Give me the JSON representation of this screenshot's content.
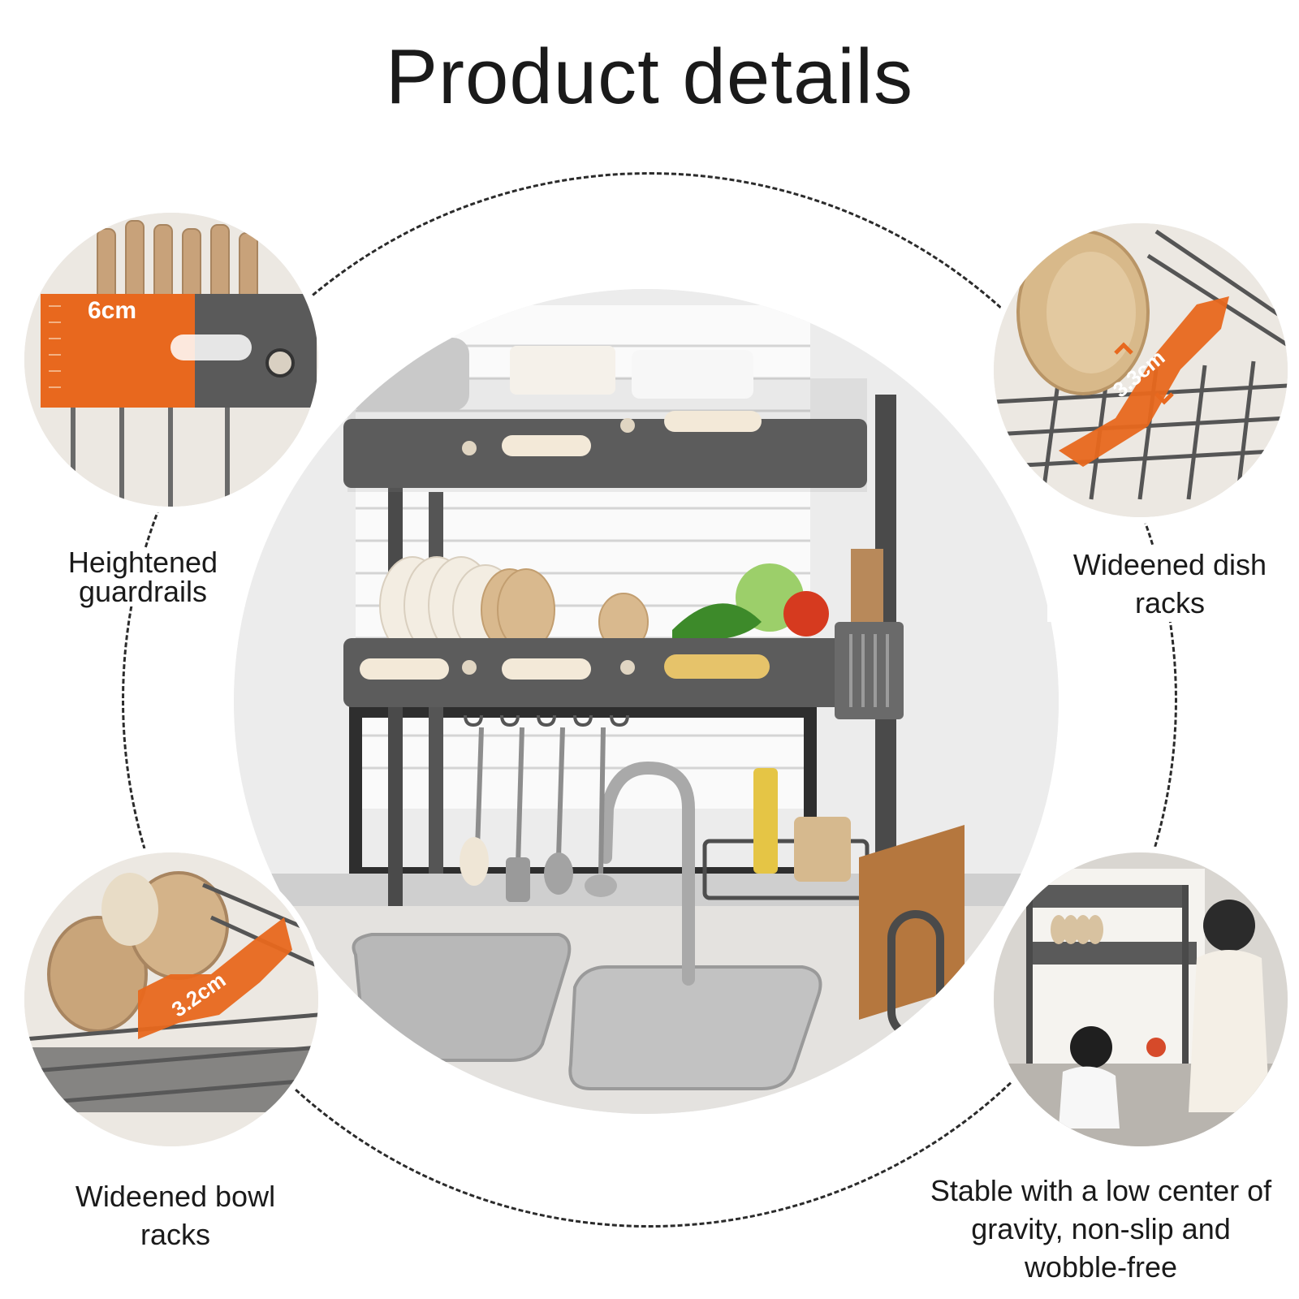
{
  "title": "Product details",
  "features": {
    "guardrails": {
      "label_line1": "Heightened",
      "label_line2": "guardrails",
      "measure": "6cm"
    },
    "dish_racks": {
      "label_line1": "Wideened dish",
      "label_line2": "racks",
      "measure": "3.3cm"
    },
    "bowl_racks": {
      "label_line1": "Wideened bowl",
      "label_line2": "racks",
      "measure": "3.2cm"
    },
    "stability": {
      "label_line1": "Stable with a low center of",
      "label_line2": "gravity, non-slip and",
      "label_line3": "wobble-free"
    }
  },
  "colors": {
    "accent": "#e8681e",
    "rack": "#5c5c5c",
    "rack_dark": "#3f3f3f",
    "text": "#1a1a1a"
  }
}
